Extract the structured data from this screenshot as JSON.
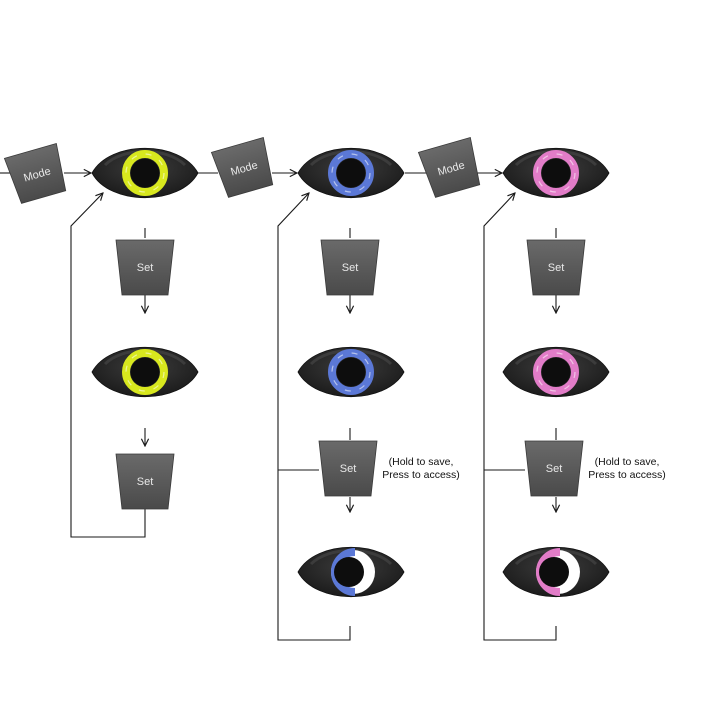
{
  "buttons": {
    "mode_label": "Mode",
    "set_label": "Set"
  },
  "notes": {
    "hold_line1": "(Hold to save,",
    "hold_line2": "Press to access)"
  },
  "colors": {
    "yellow_ring": "#d8e81e",
    "blue_ring": "#5b78d6",
    "pink_ring": "#e27cc8",
    "button_fill": "#575757",
    "device_body": "#2a2a2a",
    "partial_ring_fill": "#ffffff"
  },
  "icons": {
    "mode_button": "mode-button-icon",
    "set_button": "set-button-icon",
    "device": "eye-device-icon"
  },
  "columns": [
    {
      "name": "yellow",
      "ring_color": "yellow_ring",
      "has_save_step": false
    },
    {
      "name": "blue",
      "ring_color": "blue_ring",
      "has_save_step": true
    },
    {
      "name": "pink",
      "ring_color": "pink_ring",
      "has_save_step": true
    }
  ]
}
